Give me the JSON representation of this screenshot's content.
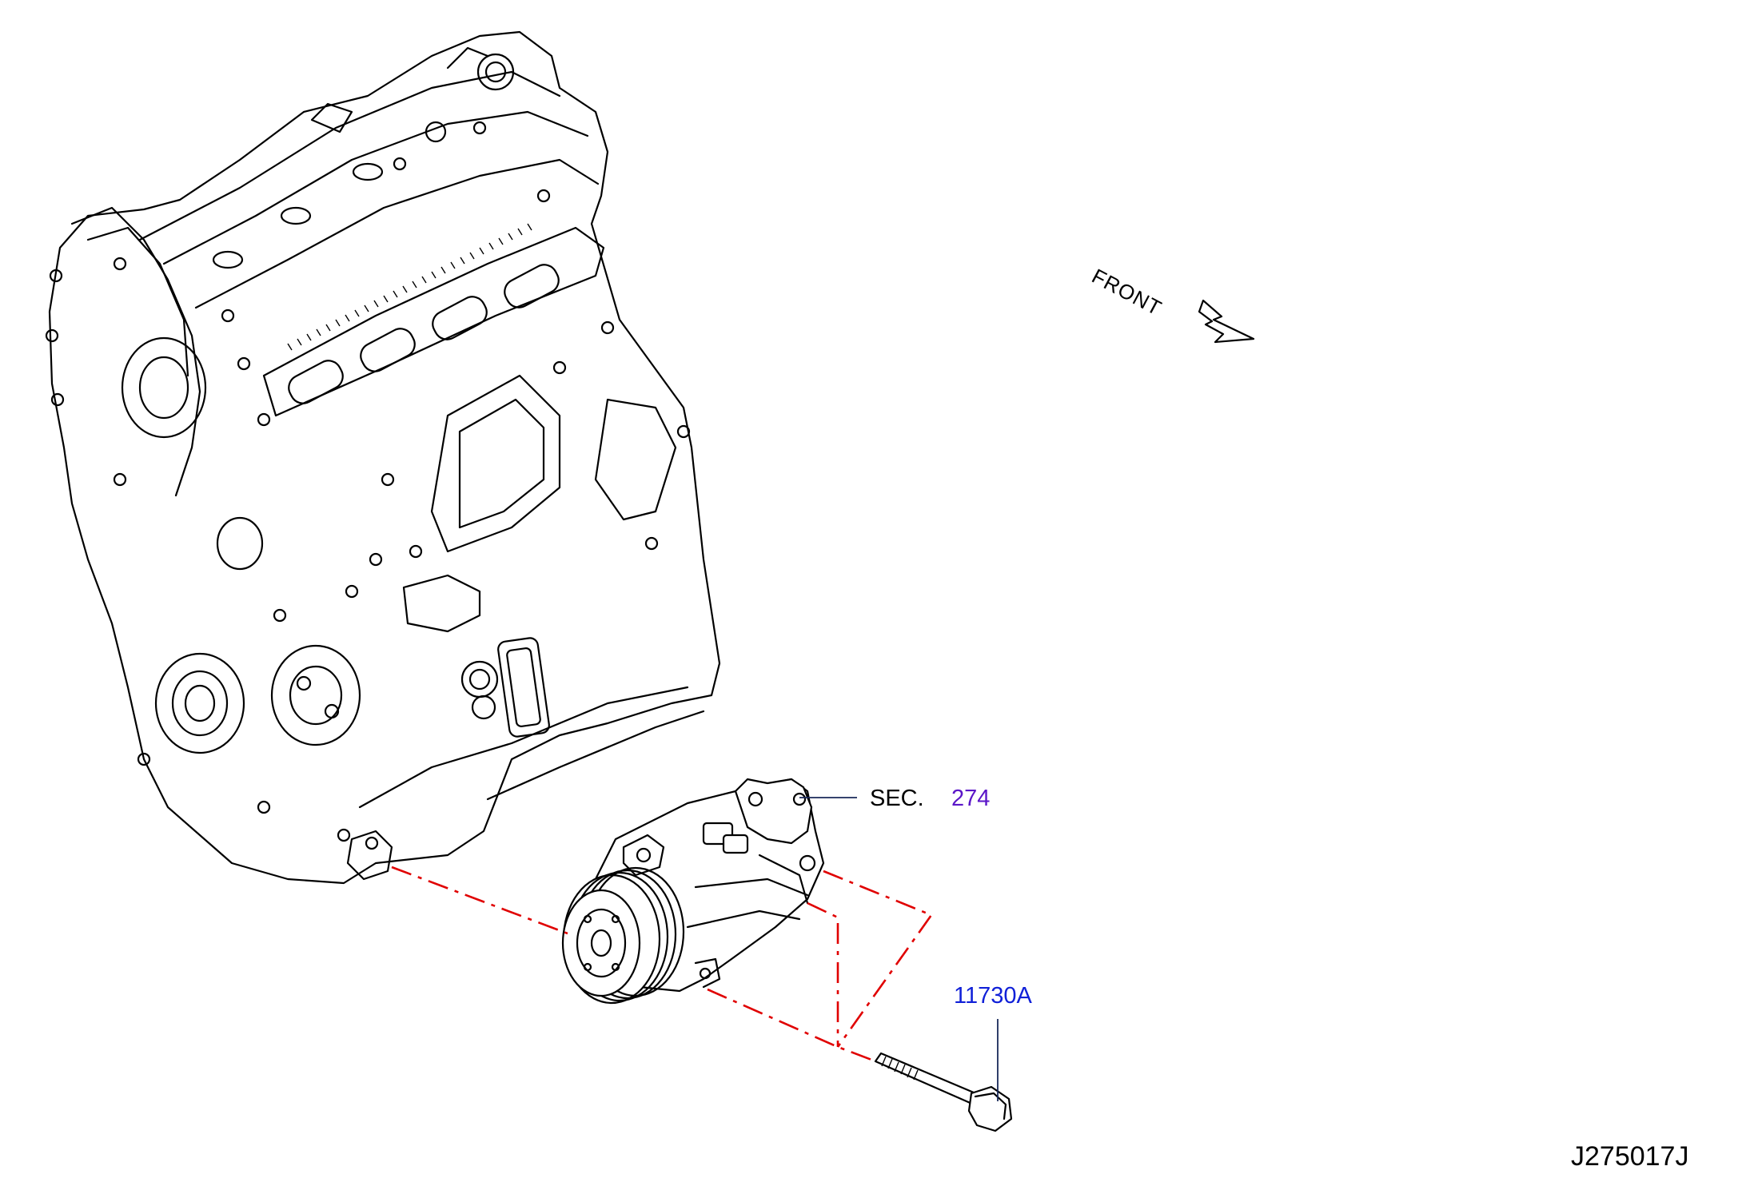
{
  "direction": {
    "label": "FRONT"
  },
  "callouts": {
    "section_prefix": "SEC.",
    "section_number": "274",
    "part_number": "11730A"
  },
  "diagram_id": "J275017J",
  "colors": {
    "line_art": "#000000",
    "assembly_line": "#e00000",
    "section_link": "#5b16c8",
    "part_link": "#1020d8"
  }
}
